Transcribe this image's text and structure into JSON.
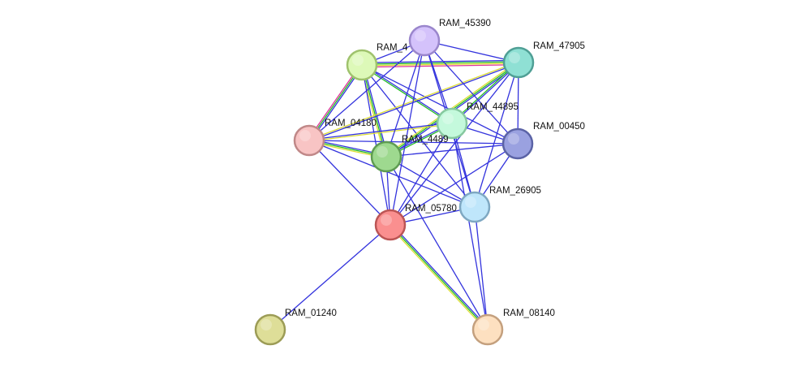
{
  "nodes": [
    {
      "id": "n45390",
      "label": "RAM_45390",
      "fill": "#d4c2fb",
      "stroke": "#9a86cc"
    },
    {
      "id": "n4top",
      "label": "RAM_4",
      "fill": "#ddf9b8",
      "stroke": "#9fc26d"
    },
    {
      "id": "n47905",
      "label": "RAM_47905",
      "fill": "#8fe0d4",
      "stroke": "#4f9f95"
    },
    {
      "id": "n44895",
      "label": "RAM_44895",
      "fill": "#c4f9dc",
      "stroke": "#86c89f"
    },
    {
      "id": "n04180",
      "label": "RAM_04180",
      "fill": "#f8c4c4",
      "stroke": "#c08888"
    },
    {
      "id": "n4489x",
      "label": "RAM_4489",
      "fill": "#9ed98f",
      "stroke": "#5f9c52"
    },
    {
      "id": "n00450",
      "label": "RAM_00450",
      "fill": "#9aa1e0",
      "stroke": "#5b63a6"
    },
    {
      "id": "n26905",
      "label": "RAM_26905",
      "fill": "#bfe6fb",
      "stroke": "#7fa8c2"
    },
    {
      "id": "n05780",
      "label": "RAM_05780",
      "fill": "#fa8f8f",
      "stroke": "#bb5555"
    },
    {
      "id": "n01240",
      "label": "RAM_01240",
      "fill": "#dede98",
      "stroke": "#9c9c56"
    },
    {
      "id": "n08140",
      "label": "RAM_08140",
      "fill": "#fde0c0",
      "stroke": "#c4a07e"
    }
  ],
  "edges": [
    {
      "a": "n4top",
      "b": "n47905",
      "colors": [
        "#3333dd",
        "#22bb22",
        "#dddd33",
        "#dd3399"
      ]
    },
    {
      "a": "n4top",
      "b": "n04180",
      "colors": [
        "#3333dd",
        "#22bb22",
        "#dd3399"
      ]
    },
    {
      "a": "n4top",
      "b": "n4489x",
      "colors": [
        "#3333dd",
        "#22bb22",
        "#dddd33"
      ]
    },
    {
      "a": "n4top",
      "b": "n44895",
      "colors": [
        "#3333dd",
        "#22bb22"
      ]
    },
    {
      "a": "n4top",
      "b": "n45390",
      "colors": [
        "#3333dd"
      ]
    },
    {
      "a": "n4top",
      "b": "n00450",
      "colors": [
        "#3333dd"
      ]
    },
    {
      "a": "n4top",
      "b": "n26905",
      "colors": [
        "#3333dd"
      ]
    },
    {
      "a": "n4top",
      "b": "n05780",
      "colors": [
        "#3333dd"
      ]
    },
    {
      "a": "n47905",
      "b": "n4489x",
      "colors": [
        "#3333dd",
        "#22bb22",
        "#dddd33"
      ]
    },
    {
      "a": "n47905",
      "b": "n04180",
      "colors": [
        "#3333dd",
        "#dddd33"
      ]
    },
    {
      "a": "n47905",
      "b": "n44895",
      "colors": [
        "#3333dd",
        "#22bb22"
      ]
    },
    {
      "a": "n47905",
      "b": "n45390",
      "colors": [
        "#3333dd"
      ]
    },
    {
      "a": "n47905",
      "b": "n00450",
      "colors": [
        "#3333dd"
      ]
    },
    {
      "a": "n47905",
      "b": "n26905",
      "colors": [
        "#3333dd"
      ]
    },
    {
      "a": "n47905",
      "b": "n05780",
      "colors": [
        "#3333dd"
      ]
    },
    {
      "a": "n04180",
      "b": "n4489x",
      "colors": [
        "#3333dd",
        "#22bb22",
        "#dddd33"
      ]
    },
    {
      "a": "n04180",
      "b": "n44895",
      "colors": [
        "#3333dd",
        "#dddd33"
      ]
    },
    {
      "a": "n04180",
      "b": "n45390",
      "colors": [
        "#3333dd"
      ]
    },
    {
      "a": "n04180",
      "b": "n00450",
      "colors": [
        "#3333dd"
      ]
    },
    {
      "a": "n04180",
      "b": "n26905",
      "colors": [
        "#3333dd"
      ]
    },
    {
      "a": "n04180",
      "b": "n05780",
      "colors": [
        "#3333dd"
      ]
    },
    {
      "a": "n4489x",
      "b": "n44895",
      "colors": [
        "#3333dd",
        "#22bb22"
      ]
    },
    {
      "a": "n4489x",
      "b": "n45390",
      "colors": [
        "#3333dd"
      ]
    },
    {
      "a": "n4489x",
      "b": "n00450",
      "colors": [
        "#3333dd"
      ]
    },
    {
      "a": "n4489x",
      "b": "n26905",
      "colors": [
        "#3333dd"
      ]
    },
    {
      "a": "n4489x",
      "b": "n05780",
      "colors": [
        "#3333dd"
      ]
    },
    {
      "a": "n4489x",
      "b": "n08140",
      "colors": [
        "#3333dd"
      ]
    },
    {
      "a": "n44895",
      "b": "n45390",
      "colors": [
        "#3333dd"
      ]
    },
    {
      "a": "n44895",
      "b": "n00450",
      "colors": [
        "#3333dd"
      ]
    },
    {
      "a": "n44895",
      "b": "n26905",
      "colors": [
        "#3333dd"
      ]
    },
    {
      "a": "n44895",
      "b": "n05780",
      "colors": [
        "#3333dd"
      ]
    },
    {
      "a": "n45390",
      "b": "n00450",
      "colors": [
        "#3333dd"
      ]
    },
    {
      "a": "n45390",
      "b": "n26905",
      "colors": [
        "#3333dd"
      ]
    },
    {
      "a": "n45390",
      "b": "n05780",
      "colors": [
        "#3333dd"
      ]
    },
    {
      "a": "n00450",
      "b": "n26905",
      "colors": [
        "#3333dd"
      ]
    },
    {
      "a": "n00450",
      "b": "n05780",
      "colors": [
        "#3333dd"
      ]
    },
    {
      "a": "n26905",
      "b": "n05780",
      "colors": [
        "#3333dd"
      ]
    },
    {
      "a": "n26905",
      "b": "n08140",
      "colors": [
        "#3333dd"
      ]
    },
    {
      "a": "n05780",
      "b": "n08140",
      "colors": [
        "#3333dd",
        "#22bb22",
        "#dddd33"
      ]
    },
    {
      "a": "n05780",
      "b": "n01240",
      "colors": [
        "#3333dd"
      ]
    },
    {
      "a": "n44895",
      "b": "n08140",
      "colors": [
        "#3333dd"
      ]
    }
  ]
}
